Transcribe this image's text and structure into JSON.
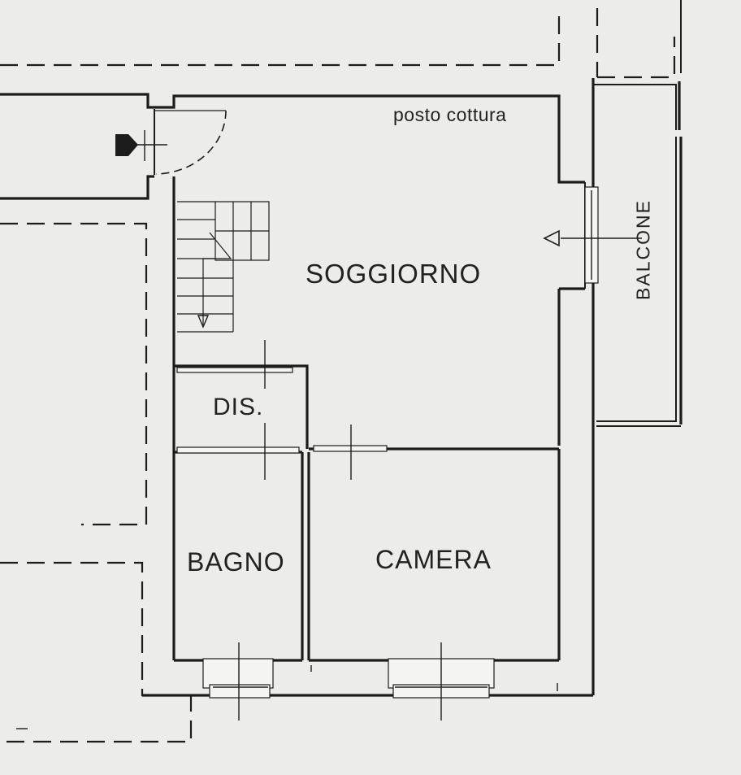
{
  "rooms": {
    "soggiorno": "SOGGIORNO",
    "dis": "DIS.",
    "bagno": "BAGNO",
    "camera": "CAMERA",
    "posto_cottura": "posto cottura",
    "balcone": "BALCONE"
  },
  "icons": {
    "entrance": "entrance-arrow-icon",
    "balcony_access": "balcony-access-arrow-icon",
    "stair_direction": "stair-direction-arrow-icon"
  },
  "colors": {
    "paper": "#ececea",
    "ink": "#1c1c1c"
  }
}
